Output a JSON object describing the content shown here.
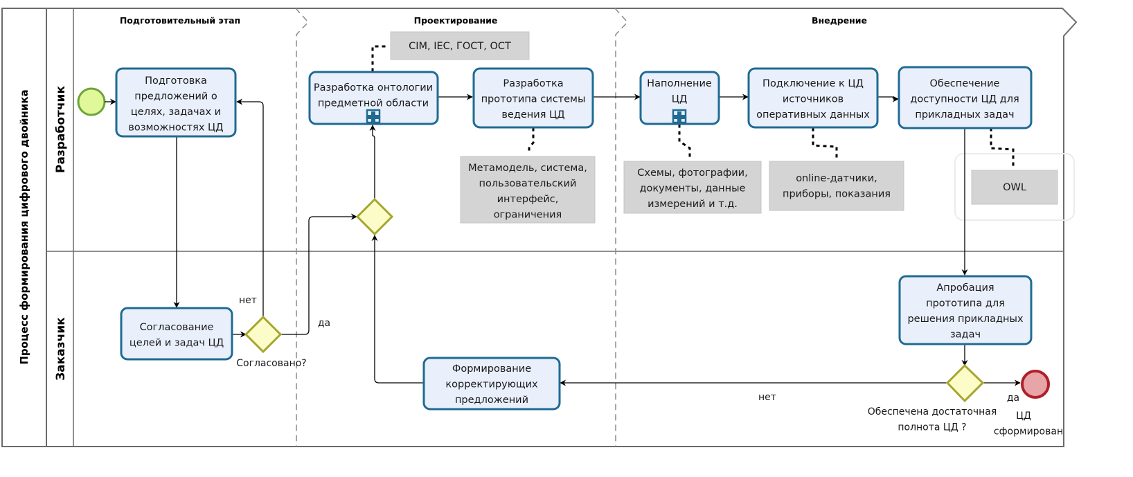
{
  "pool": {
    "title": "Процесс формирования цифрового двойника"
  },
  "lanes": [
    {
      "title": "Разработчик"
    },
    {
      "title": "Заказчик"
    }
  ],
  "phases": [
    {
      "title": "Подготовительный этап"
    },
    {
      "title": "Проектирование"
    },
    {
      "title": "Внедрение"
    }
  ],
  "tasks": {
    "prepare": [
      "Подготовка",
      "предложений о",
      "целях, задачах и",
      "возможностях ЦД"
    ],
    "agree": [
      "Согласование",
      "целей и задач ЦД"
    ],
    "ontology": [
      "Разработка онтологии",
      "предметной области"
    ],
    "prototype": [
      "Разработка",
      "прототипа системы",
      "ведения ЦД"
    ],
    "fill": [
      "Наполнение",
      "ЦД"
    ],
    "connect": [
      "Подключение к ЦД",
      "источников",
      "оперативных данных"
    ],
    "provide": [
      "Обеспечение",
      "доступности ЦД для",
      "прикладных задач"
    ],
    "approbation": [
      "Апробация",
      "прототипа для",
      "решения прикладных",
      "задач"
    ],
    "corrective": [
      "Формирование",
      "корректирующих",
      "предложений"
    ]
  },
  "artifacts": {
    "standards": [
      "CIM, IEC, ГОСТ, ОСТ"
    ],
    "metamodel": [
      "Метамодель, система,",
      "пользовательский",
      "интерфейс,",
      "ограничения"
    ],
    "schemes": [
      "Схемы, фотографии,",
      "документы,  данные",
      "измерений и т.д."
    ],
    "sensors": [
      "online-датчики,",
      "приборы, показания"
    ],
    "owl": [
      "OWL"
    ]
  },
  "gateways": {
    "agreed": {
      "question": "Согласовано?",
      "yes": "да",
      "no": "нет"
    },
    "complete": {
      "question": [
        "Обеспечена достаточная",
        "полнота ЦД ?"
      ],
      "yes": "да",
      "no": "нет"
    }
  },
  "events": {
    "end": [
      "ЦД",
      "сформирован"
    ]
  },
  "colors": {
    "task_fill": "#e9effb",
    "task_stroke": "#1f6b93",
    "gateway_fill": "#fcfcc8",
    "gateway_stroke": "#a6a62f",
    "start_fill": "#e0f79a",
    "start_stroke": "#6ea43a",
    "end_fill": "#e8a5a8",
    "end_stroke": "#b0202a",
    "artifact_fill": "#d4d4d4"
  }
}
